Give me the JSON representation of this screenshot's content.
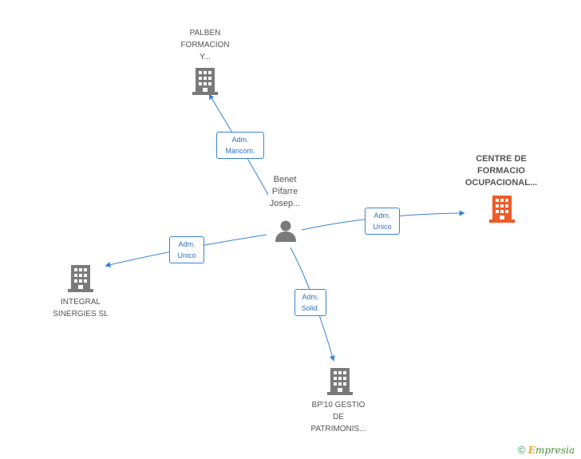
{
  "colors": {
    "edge": "#3a83d6",
    "company": "#7a7a7a",
    "highlight_company": "#f05a28",
    "person": "#7a7a7a"
  },
  "person": {
    "label": "Benet\nPifarre\nJosep...",
    "icon": "person-icon"
  },
  "companies": [
    {
      "id": "palben",
      "label": "PALBEN\nFORMACION\nY...",
      "icon": "building-icon",
      "highlight": false
    },
    {
      "id": "centre",
      "label": "CENTRE DE\nFORMACIO\nOCUPACIONAL...",
      "icon": "building-icon",
      "highlight": true
    },
    {
      "id": "integral",
      "label": "INTEGRAL\nSINERGIES SL",
      "icon": "building-icon",
      "highlight": false
    },
    {
      "id": "bp10",
      "label": "BP'10 GESTIO\nDE\nPATRIMONIS...",
      "icon": "building-icon",
      "highlight": false
    }
  ],
  "relations": [
    {
      "to": "palben",
      "label": "Adm.\nMancom."
    },
    {
      "to": "centre",
      "label": "Adm.\nUnico"
    },
    {
      "to": "integral",
      "label": "Adm.\nUnico"
    },
    {
      "to": "bp10",
      "label": "Adm.\nSolid."
    }
  ],
  "watermark": {
    "copyright": "©",
    "brand_initial": "E",
    "brand_rest": "mpresia"
  }
}
